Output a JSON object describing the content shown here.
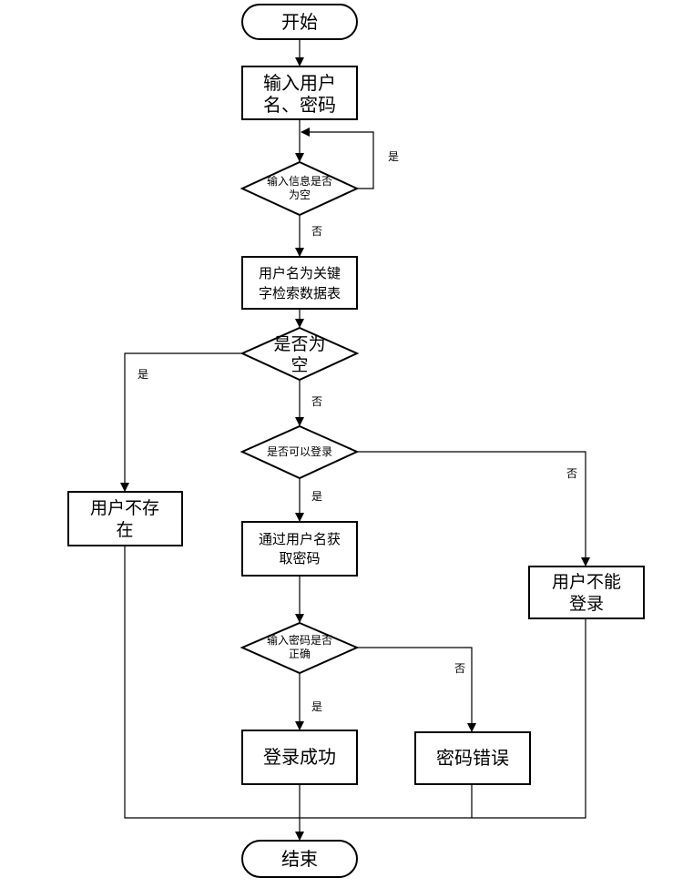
{
  "nodes": {
    "start": "开始",
    "input": [
      "输入用户",
      "名、密码"
    ],
    "check_empty": [
      "输入信息是否",
      "为空"
    ],
    "search": [
      "用户名为关键",
      "字检索数据表"
    ],
    "result_empty": [
      "是否为",
      "空"
    ],
    "user_not_exist": [
      "用户不存",
      "在"
    ],
    "can_login": "是否可以登录",
    "get_password": [
      "通过用户名获",
      "取密码"
    ],
    "user_cannot_login": [
      "用户不能",
      "登录"
    ],
    "password_correct": [
      "输入密码是否",
      "正确"
    ],
    "login_success": "登录成功",
    "password_wrong": "密码错误",
    "end": "结束"
  },
  "labels": {
    "yes": "是",
    "no": "否"
  }
}
